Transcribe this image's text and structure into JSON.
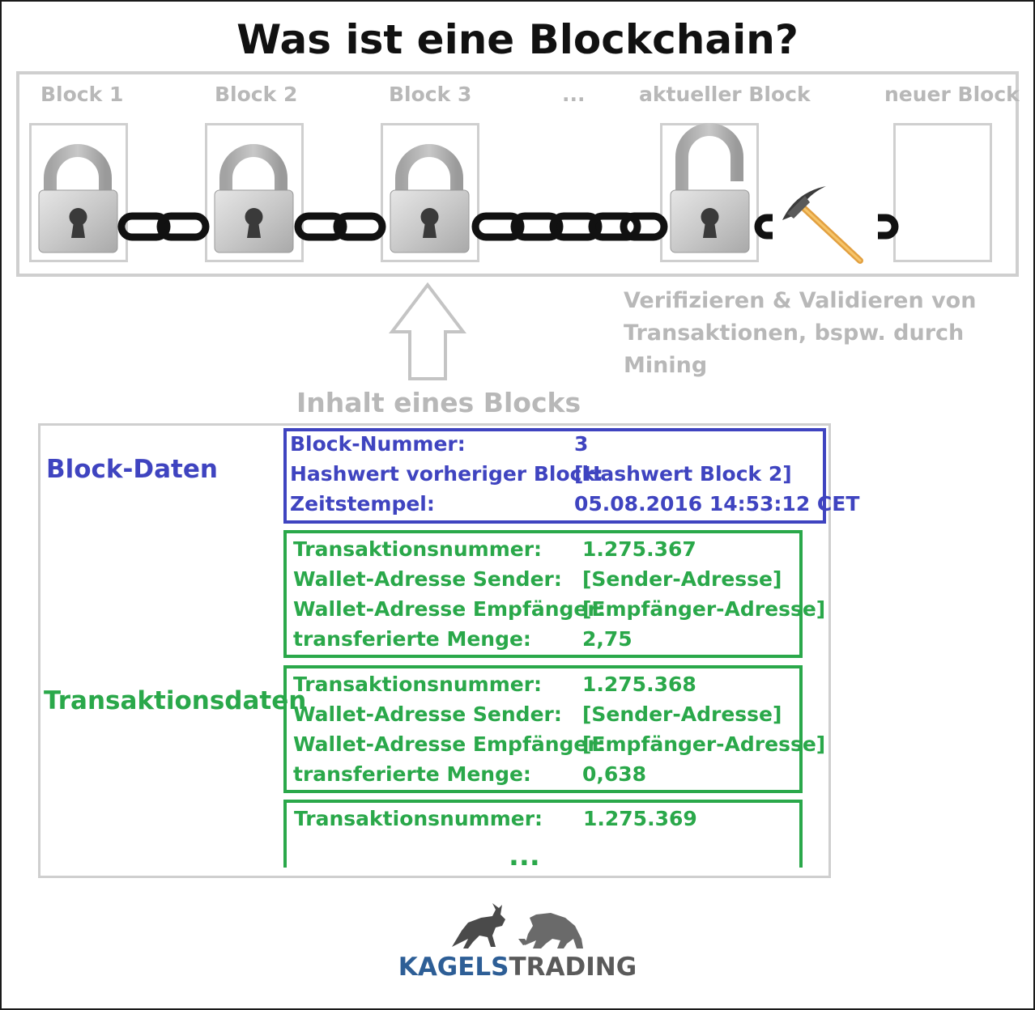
{
  "title": "Was ist eine Blockchain?",
  "chain": {
    "blocks": [
      {
        "label": "Block 1",
        "state": "locked"
      },
      {
        "label": "Block 2",
        "state": "locked"
      },
      {
        "label": "Block 3",
        "state": "locked"
      },
      {
        "label": "...",
        "state": "ellipsis"
      },
      {
        "label": "aktueller Block",
        "state": "unlocked"
      },
      {
        "label": "neuer Block",
        "state": "empty"
      }
    ],
    "mining_icon": "pickaxe-icon",
    "verify_text_line1": "Verifizieren & Validieren von",
    "verify_text_line2": "Transaktionen, bspw. durch Mining"
  },
  "content": {
    "heading": "Inhalt eines Blocks",
    "block_data_label": "Block-Daten",
    "transaction_data_label": "Transaktionsdaten",
    "block_data": [
      {
        "key": "Block-Nummer:",
        "value": "3"
      },
      {
        "key": "Hashwert vorheriger Block:",
        "value": "[Hashwert Block 2]"
      },
      {
        "key": "Zeitstempel:",
        "value": "05.08.2016 14:53:12 CET"
      }
    ],
    "transactions": [
      {
        "rows": [
          {
            "key": "Transaktionsnummer:",
            "value": "1.275.367"
          },
          {
            "key": "Wallet-Adresse Sender:",
            "value": "[Sender-Adresse]"
          },
          {
            "key": "Wallet-Adresse Empfänger:",
            "value": "[Empfänger-Adresse]"
          },
          {
            "key": "transferierte Menge:",
            "value": "2,75"
          }
        ]
      },
      {
        "rows": [
          {
            "key": "Transaktionsnummer:",
            "value": "1.275.368"
          },
          {
            "key": "Wallet-Adresse Sender:",
            "value": "[Sender-Adresse]"
          },
          {
            "key": "Wallet-Adresse Empfänger:",
            "value": "[Empfänger-Adresse]"
          },
          {
            "key": "transferierte Menge:",
            "value": "0,638"
          }
        ]
      },
      {
        "rows": [
          {
            "key": "Transaktionsnummer:",
            "value": "1.275.369"
          }
        ]
      }
    ],
    "more": "..."
  },
  "logo": {
    "part1": "KAGELS",
    "part2": "TRADING",
    "icons": [
      "bull-icon",
      "bear-icon"
    ],
    "colors": {
      "part1": "#2d5e96",
      "part2": "#5a5a5a"
    }
  },
  "colors": {
    "block_data": "#3f44c0",
    "transaction_data": "#2aa84a",
    "frame_gray": "#cfcfcf",
    "label_gray": "#b8b8b8"
  }
}
